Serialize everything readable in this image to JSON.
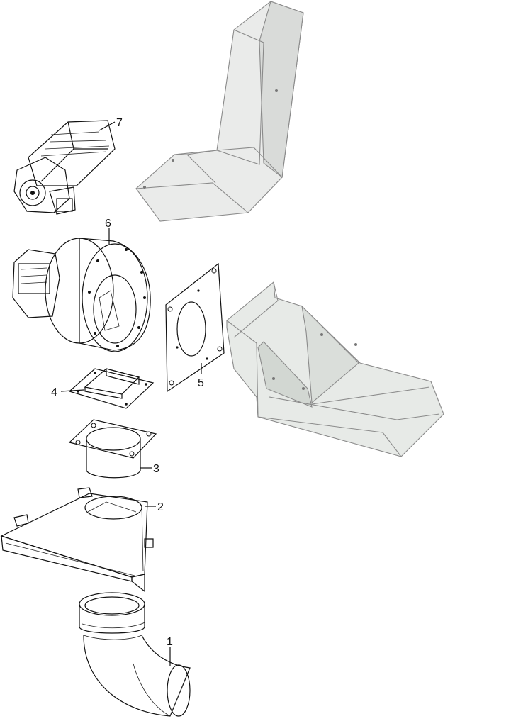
{
  "diagram": {
    "callouts": [
      {
        "id": "1",
        "label": "1"
      },
      {
        "id": "2",
        "label": "2"
      },
      {
        "id": "3",
        "label": "3"
      },
      {
        "id": "4",
        "label": "4"
      },
      {
        "id": "5",
        "label": "5"
      },
      {
        "id": "6",
        "label": "6"
      },
      {
        "id": "7",
        "label": "7"
      }
    ],
    "colors": {
      "line": "#111111",
      "ghost_fill": "#d9dcd9",
      "ghost_stroke": "#8a8a8a",
      "part_fill": "#ffffff"
    }
  }
}
